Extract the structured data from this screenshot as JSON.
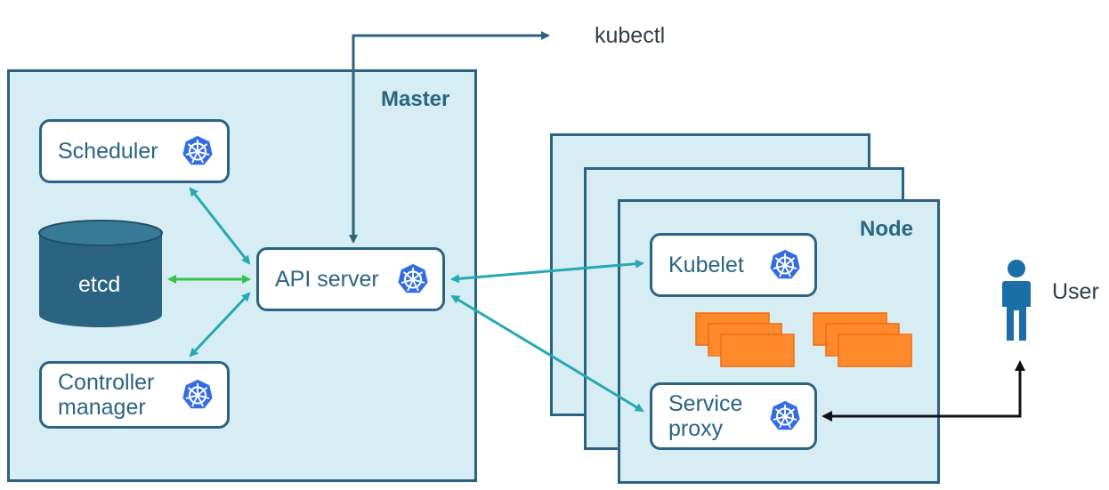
{
  "title": "",
  "master": {
    "label": "Master"
  },
  "node": {
    "label": "Node"
  },
  "components": {
    "scheduler": "Scheduler",
    "api_server": "API server",
    "controller_manager": "Controller\nmanager",
    "kubelet": "Kubelet",
    "service_proxy": "Service\nproxy"
  },
  "etcd": {
    "label": "etcd"
  },
  "external": {
    "kubectl": "kubectl",
    "user": "User"
  },
  "icons": {
    "component": "kubernetes-wheel-icon",
    "person": "person-icon",
    "pods": "pod-stack-icon"
  },
  "colors": {
    "panel_fill": "#d5edf3",
    "panel_border": "#2a6482",
    "etcd_fill": "#2a6482",
    "teal_arrow": "#26a8b4",
    "green_arrow": "#35c24a",
    "pod_fill": "#ff8a2b",
    "k8s_blue": "#326ce5",
    "person_blue": "#1a6fa8"
  }
}
